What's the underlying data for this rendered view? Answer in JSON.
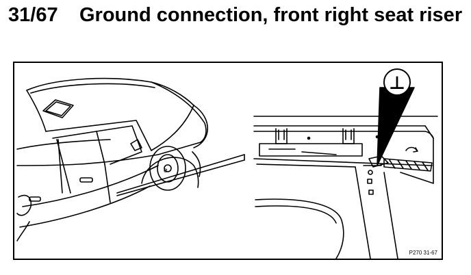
{
  "header": {
    "ref": "31/67",
    "title": "Ground connection, front right seat riser"
  },
  "figure": {
    "ground_symbol": "⊥",
    "code": "P270  31-67"
  }
}
